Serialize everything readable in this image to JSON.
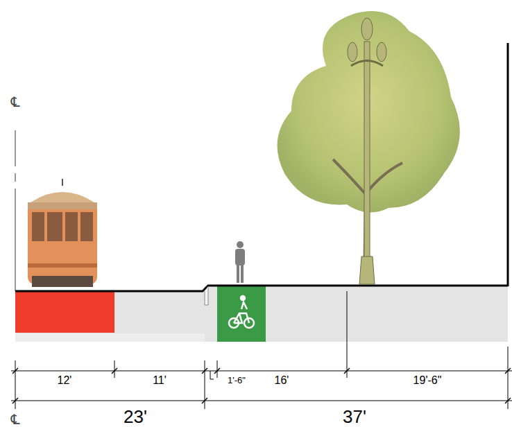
{
  "diagram": {
    "labels": [
      "℄",
      "12'",
      "11'",
      "1'-6\"",
      "16'",
      "19'-6\"",
      "23'",
      "37'",
      "℄"
    ]
  }
}
